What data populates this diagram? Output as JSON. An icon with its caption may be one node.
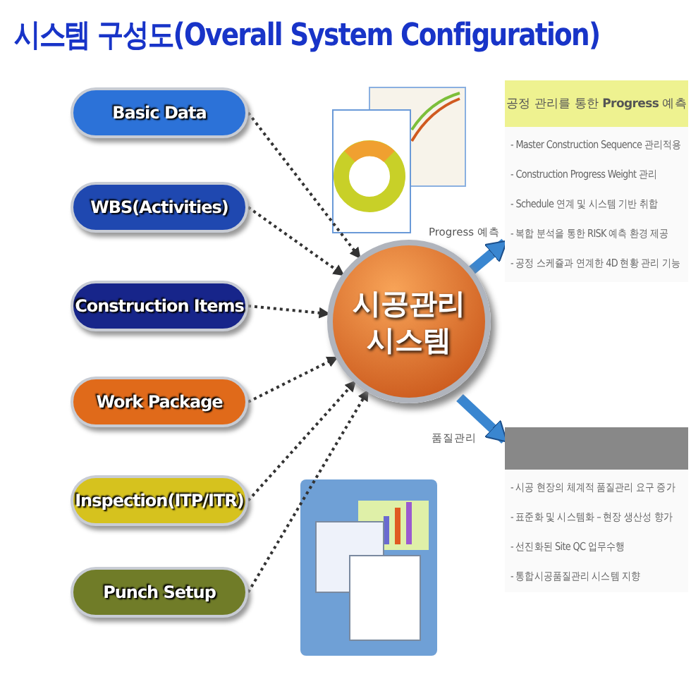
{
  "diagram": {
    "title": "시스템 구성도(Overall System Configuration)",
    "nodes": [
      {
        "text": [
          "Basic Data"
        ]
      },
      {
        "text": [
          "WBS(Activities)"
        ]
      },
      {
        "text": [
          "Construction Items"
        ]
      },
      {
        "text": [
          "Work Package"
        ]
      },
      {
        "text": [
          "Inspection(ITP/ITR)"
        ]
      },
      {
        "text": [
          "Punch Setup"
        ]
      },
      {
        "text": [
          "시공관리 시스템"
        ]
      },
      {
        "text": [
          "공정 관리를 통한 **Progress** 예측"
        ]
      },
      {
        "text": [],
        "shape": "box"
      }
    ],
    "edges": [
      {
        "from": 0,
        "to": 6,
        "arrow": "to",
        "style": "dashed"
      },
      {
        "from": 1,
        "to": 6,
        "arrow": "to",
        "style": "dashed"
      },
      {
        "from": 2,
        "to": 6,
        "arrow": "to",
        "style": "dashed"
      },
      {
        "from": 3,
        "to": 6,
        "arrow": "to",
        "style": "dashed"
      },
      {
        "from": 4,
        "to": 6,
        "arrow": "to",
        "style": "dashed"
      },
      {
        "from": 5,
        "to": 6,
        "arrow": "to",
        "style": "dashed"
      },
      {
        "from": 6,
        "to": 7,
        "arrow": "to",
        "label": "Progress 예측",
        "style": "thick",
        "color": "#3a86d0"
      },
      {
        "from": 6,
        "to": 8,
        "arrow": "to",
        "label": "품질관리",
        "style": "thick",
        "color": "#3a86d0"
      }
    ],
    "labels": [
      "- Master Construction Sequence 관리적용",
      "- Construction Progress Weight 관리",
      "- Schedule 연계 및 시스템 기반 취합",
      "- 복합 분석을 통한 RISK 예측 환경 제공",
      "- 공정 스케쥴과 연계한 4D 현황 관리 기능",
      "- 시공 현장의 체계적 품질관리 요구 증가",
      "- 표준화 및 시스템화 – 현장 생산성 향가",
      "- 선진화된 Site QC 업무수행",
      "- 통합시공품질관리 시스템 지향"
    ]
  }
}
